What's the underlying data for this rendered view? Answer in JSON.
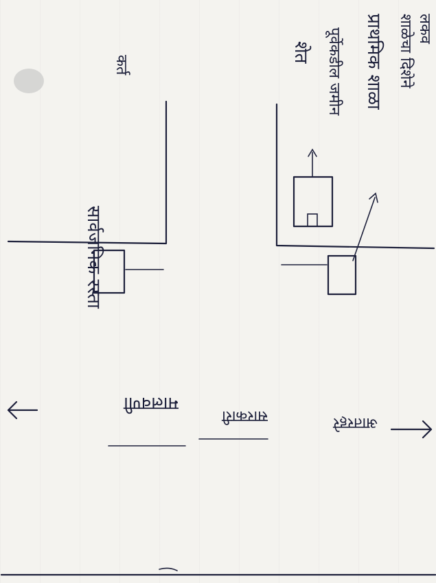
{
  "diagram": {
    "labels": {
      "road_name": "सार्वजनिक रस्ता",
      "field_east": "शेत",
      "field_east_owner": "पूर्वेकडील जमीन",
      "school": "शाळा",
      "school_direction": "शाळेचा दिशेने",
      "school_direction_note": "प्राथमिक शाळा",
      "top_a": "आतरहरे",
      "top_b": "कर्त",
      "bottom_a": "मालवणी",
      "bottom_b": "सारकारी",
      "bottom_c": "लकव"
    }
  }
}
